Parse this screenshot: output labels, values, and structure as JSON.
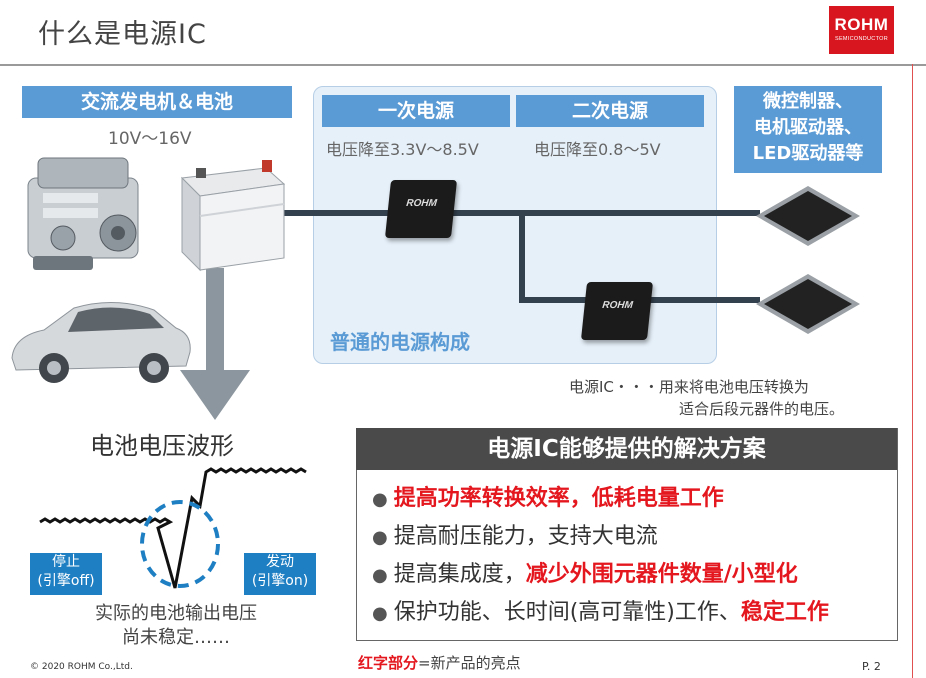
{
  "header": {
    "title": "什么是电源IC",
    "logo_main": "ROHM",
    "logo_sub": "SEMICONDUCTOR"
  },
  "source": {
    "label": "交流发电机＆电池",
    "voltage": "10V～16V"
  },
  "panel": {
    "primary_label": "一次电源",
    "primary_desc": "电压降至3.3V～8.5V",
    "secondary_label": "二次电源",
    "secondary_desc": "电压降至0.8～5V",
    "caption": "普通的电源构成"
  },
  "chip_logo": "ROHM",
  "loads": {
    "label_lines": [
      "微控制器、",
      "电机驱动器、",
      "LED驱动器等"
    ]
  },
  "ic_note": {
    "line1": "电源IC・・・用来将电池电压转换为",
    "line2": "适合后段元器件的电压。"
  },
  "waveform": {
    "title": "电池电压波形",
    "stop_label": [
      "停止",
      "(引擎off)"
    ],
    "start_label": [
      "发动",
      "(引擎on)"
    ],
    "caption_line1": "实际的电池输出电压",
    "caption_line2": "尚未稳定……"
  },
  "solutions": {
    "header": "电源IC能够提供的解决方案",
    "items": [
      {
        "parts": [
          {
            "text": "提高功率转换效率，低耗电量工作",
            "red": true
          }
        ]
      },
      {
        "parts": [
          {
            "text": "提高耐压能力，支持大电流",
            "red": false
          }
        ]
      },
      {
        "parts": [
          {
            "text": "提高集成度，",
            "red": false
          },
          {
            "text": "减少外围元器件数量/小型化",
            "red": true
          }
        ]
      },
      {
        "parts": [
          {
            "text": "保护功能、长时间(高可靠性)工作、",
            "red": false
          },
          {
            "text": "稳定工作",
            "red": true
          }
        ]
      }
    ],
    "bullet_glyph": "●"
  },
  "legend": {
    "red_part": "红字部分",
    "rest": "=新产品的亮点"
  },
  "footer": {
    "copyright": "© 2020 ROHM Co.,Ltd.",
    "page": "P. 2"
  },
  "colors": {
    "brand_red": "#d7161f",
    "accent_blue": "#5b9bd5",
    "panel_blue": "#e6f0f9",
    "highlight_red": "#e4161e"
  }
}
